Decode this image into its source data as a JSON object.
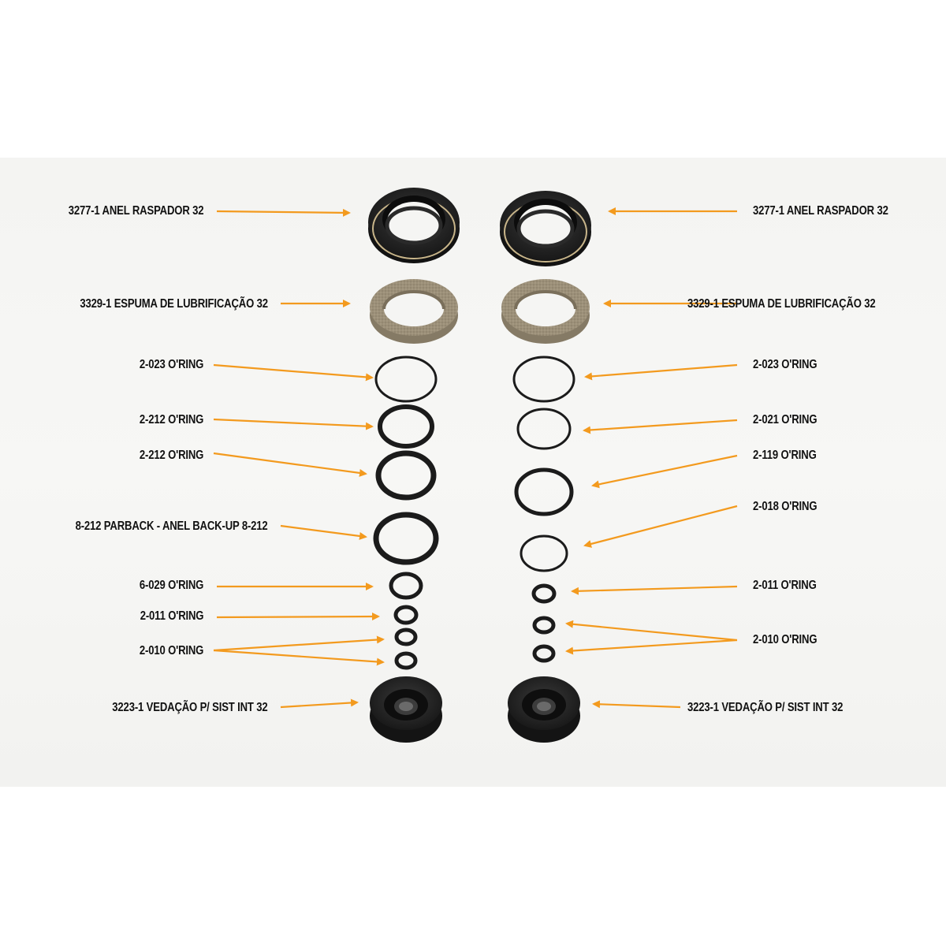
{
  "colors": {
    "background": "#ffffff",
    "band": "#f5f5f3",
    "arrow": "#f39a1e",
    "rubber": "#1b1b1b",
    "foam": "#9a8e78",
    "text": "#111111"
  },
  "left_labels": [
    {
      "text": "3277-1 ANEL RASPADOR 32"
    },
    {
      "text": "3329-1 ESPUMA DE LUBRIFICAÇÃO 32"
    },
    {
      "text": "2-023 O'RING"
    },
    {
      "text": "2-212 O'RING"
    },
    {
      "text": "2-212 O'RING"
    },
    {
      "text": "8-212 PARBACK - ANEL BACK-UP 8-212"
    },
    {
      "text": "6-029 O'RING"
    },
    {
      "text": "2-011 O'RING"
    },
    {
      "text": "2-010 O'RING"
    },
    {
      "text": "3223-1 VEDAÇÃO P/ SIST INT 32"
    }
  ],
  "right_labels": [
    {
      "text": "3277-1 ANEL RASPADOR 32"
    },
    {
      "text": "3329-1 ESPUMA DE LUBRIFICAÇÃO 32"
    },
    {
      "text": "2-023 O'RING"
    },
    {
      "text": "2-021 O'RING"
    },
    {
      "text": "2-119 O'RING"
    },
    {
      "text": "2-018 O'RING"
    },
    {
      "text": "2-011 O'RING"
    },
    {
      "text": "2-010 O'RING"
    },
    {
      "text": "3223-1 VEDAÇÃO P/ SIST INT 32"
    }
  ],
  "parts": [
    {
      "name": "wiper-seal",
      "kind": "wiper"
    },
    {
      "name": "foam-ring",
      "kind": "foam"
    },
    {
      "name": "o-ring",
      "kind": "oring"
    },
    {
      "name": "oil-seal",
      "kind": "seal"
    }
  ]
}
